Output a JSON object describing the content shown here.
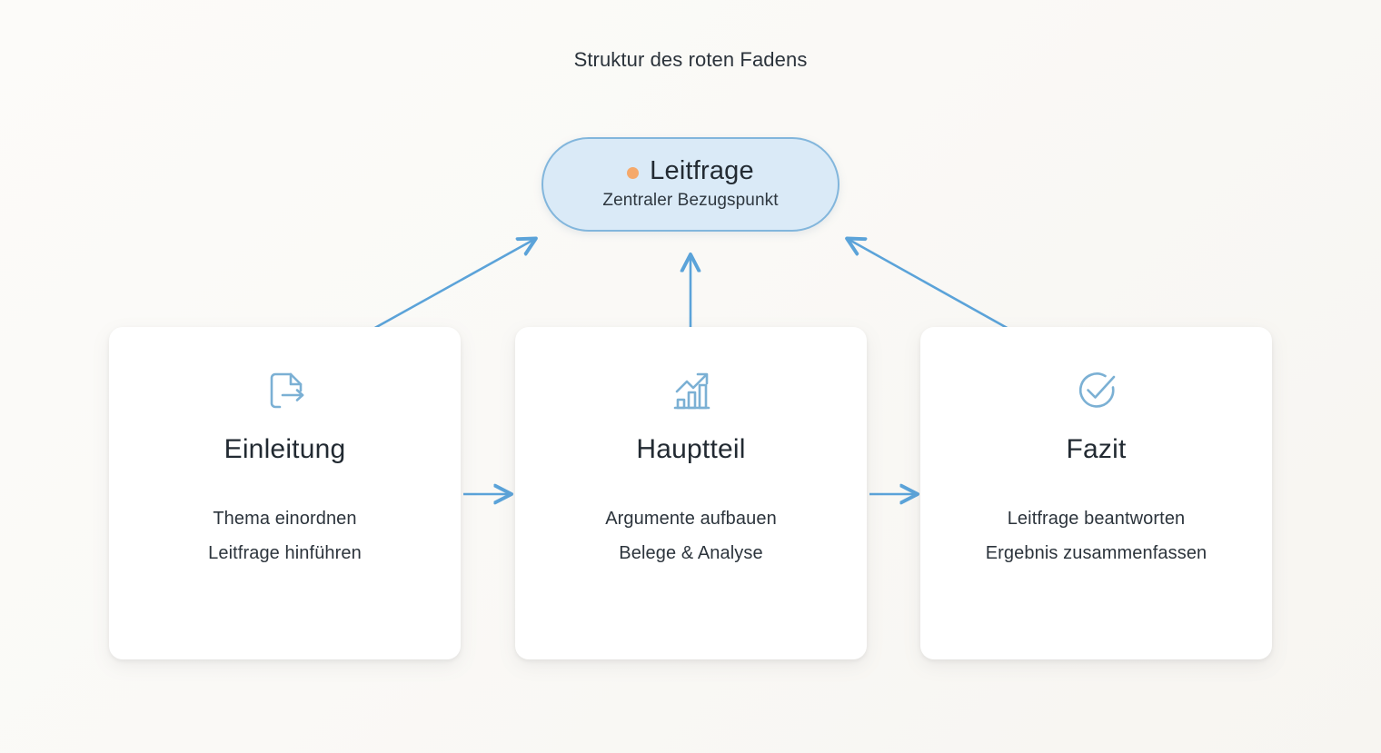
{
  "diagram": {
    "title": "Struktur des roten Fadens",
    "colors": {
      "background": "#FAF9F6",
      "accent_blue": "#5BA3D9",
      "icon_blue": "#7BB0D4",
      "node_fill": "#DAEAF7",
      "node_border": "#82B6DC",
      "node_dot": "#F5A96B",
      "card_background": "#FFFFFF",
      "text_dark": "#222A32"
    },
    "central_node": {
      "name": "leitfrage",
      "dot_icon": "bullet-dot-icon",
      "title": "Leitfrage",
      "subtitle": "Zentraler Bezugspunkt"
    },
    "stages": [
      {
        "id": "einleitung",
        "icon": "file-export-icon",
        "title": "Einleitung",
        "lines": [
          "Thema einordnen",
          "Leitfrage hinführen"
        ]
      },
      {
        "id": "hauptteil",
        "icon": "bar-chart-trend-up-icon",
        "title": "Hauptteil",
        "lines": [
          "Argumente aufbauen",
          "Belege & Analyse"
        ]
      },
      {
        "id": "fazit",
        "icon": "circle-check-icon",
        "title": "Fazit",
        "lines": [
          "Leitfrage beantworten",
          "Ergebnis zusammenfassen"
        ]
      }
    ],
    "connectors": [
      {
        "id": "einleitung-to-hauptteil",
        "kind": "horizontal-arrow",
        "from": "einleitung",
        "to": "hauptteil"
      },
      {
        "id": "hauptteil-to-fazit",
        "kind": "horizontal-arrow",
        "from": "hauptteil",
        "to": "fazit"
      },
      {
        "id": "einleitung-to-leitfrage",
        "kind": "diagonal-arrow",
        "from": "einleitung",
        "to": "leitfrage"
      },
      {
        "id": "hauptteil-to-leitfrage",
        "kind": "vertical-arrow",
        "from": "hauptteil",
        "to": "leitfrage"
      },
      {
        "id": "fazit-to-leitfrage",
        "kind": "diagonal-arrow",
        "from": "fazit",
        "to": "leitfrage"
      }
    ]
  }
}
